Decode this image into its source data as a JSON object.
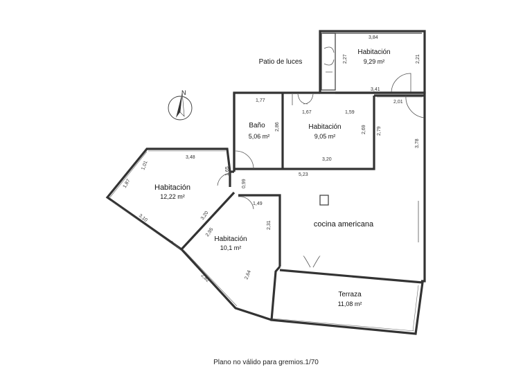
{
  "rooms": {
    "patio": {
      "label": "Patio de luces"
    },
    "hab_top": {
      "label": "Habitación",
      "area": "9,29 m²"
    },
    "bano": {
      "label": "Baño",
      "area": "5,06 m²"
    },
    "hab_mid": {
      "label": "Habitación",
      "area": "9,05 m²"
    },
    "hab_left": {
      "label": "Habitación",
      "area": "12,22 m²"
    },
    "hab_lower": {
      "label": "Habitación",
      "area": "10,1 m²"
    },
    "cocina": {
      "label": "cocina americana"
    },
    "terraza": {
      "label": "Terraza",
      "area": "11,08 m²"
    }
  },
  "dimensions": {
    "d384": "3,84",
    "d227": "2,27",
    "d221": "2,21",
    "d341": "3,41",
    "d201": "2,01",
    "d177": "1,77",
    "d167": "1,67",
    "d159": "1,59",
    "d286": "2,86",
    "d269": "2,69",
    "d279": "2,79",
    "d378": "3,78",
    "d320a": "3,20",
    "d523": "5,23",
    "d348": "3,48",
    "d101": "1,01",
    "d187": "1,87",
    "d165": "1,65",
    "d099": "0,99",
    "d149": "1,49",
    "d231": "2,31",
    "d320b": "3,20",
    "d310": "3,10",
    "d295": "2,95",
    "d282": "2,82",
    "d264": "2,64"
  },
  "compass": {
    "label": "N"
  },
  "footer": {
    "note": "Plano no válido para gremios.1/70"
  }
}
